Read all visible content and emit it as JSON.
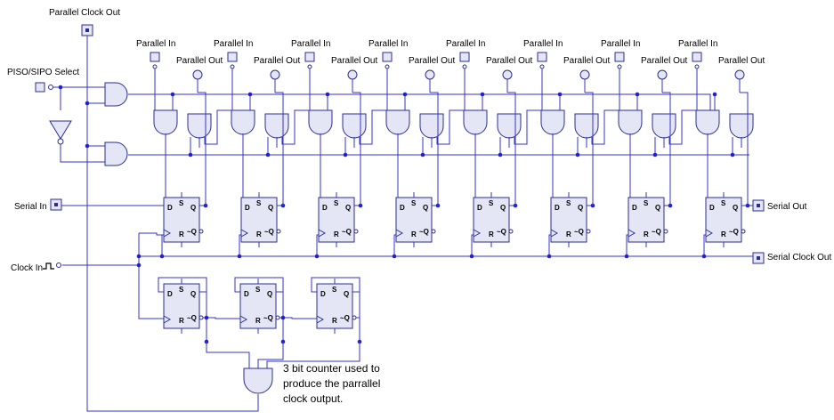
{
  "labels": {
    "parallel_clock_out": "Parallel Clock Out",
    "piso_sipo_select": "PISO/SIPO Select",
    "serial_in": "Serial In",
    "clock_in": "Clock In",
    "serial_out": "Serial Out",
    "serial_clock_out": "Serial Clock Out",
    "parallel_in": "Parallel In",
    "parallel_out": "Parallel Out"
  },
  "flipflop": {
    "d": "D",
    "s": "S",
    "q": "Q",
    "r": "R",
    "nq": "~Q"
  },
  "note_lines": [
    "3 bit counter used to",
    "produce the parrallel",
    "clock output."
  ],
  "colors": {
    "wire": "#3333cc",
    "component_fill": "#e4e6f6",
    "component_stroke": "#2a2f8f"
  },
  "shift_register_stages": 8,
  "counter_stages": 3
}
